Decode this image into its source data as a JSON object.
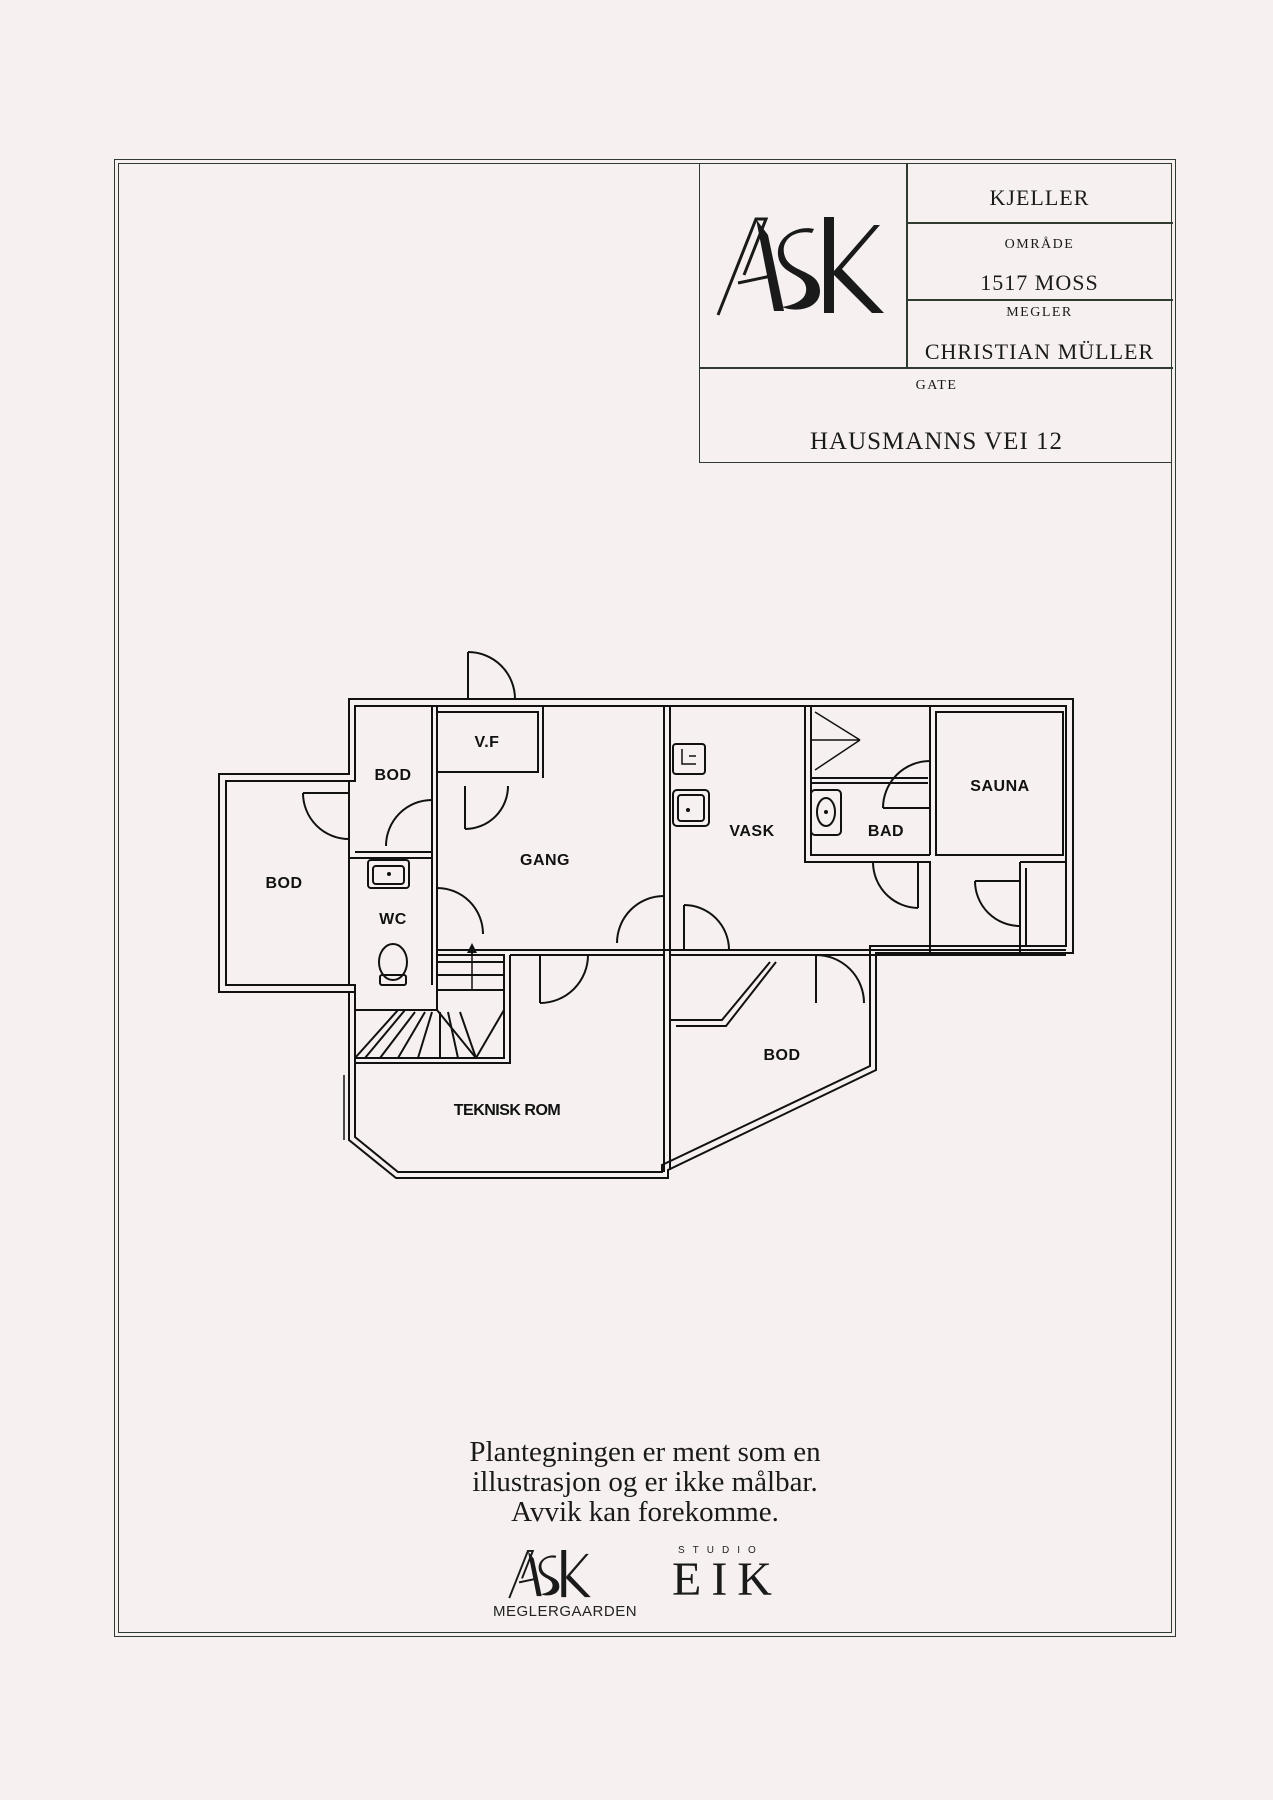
{
  "header": {
    "floor": "KJELLER",
    "area_label": "OMRÅDE",
    "area_value": "1517 MOSS",
    "agent_label": "MEGLER",
    "agent_value": "CHRISTIAN MÜLLER",
    "street_label": "GATE",
    "street_value": "HAUSMANNS VEI 12"
  },
  "logo": {
    "text": "ASK",
    "name": "ask-logo"
  },
  "rooms": {
    "bod_left": "BOD",
    "bod_small": "BOD",
    "wc": "WC",
    "vf": "V.F",
    "gang": "GANG",
    "vask": "VASK",
    "bad": "BAD",
    "sauna": "SAUNA",
    "teknisk_rom": "TEKNISK ROM",
    "bod_right": "BOD"
  },
  "disclaimer": {
    "line1": "Plantegningen er ment som en",
    "line2": "illustrasjon og er ikke målbar.",
    "line3": "Avvik kan forekomme."
  },
  "footer": {
    "ask_sub": "MEGLERGAARDEN",
    "studio": "STUDIO",
    "eik": "EIK"
  },
  "colors": {
    "background": "#f6f1f0",
    "frame": "#2f3b2f",
    "ink": "#111111"
  }
}
